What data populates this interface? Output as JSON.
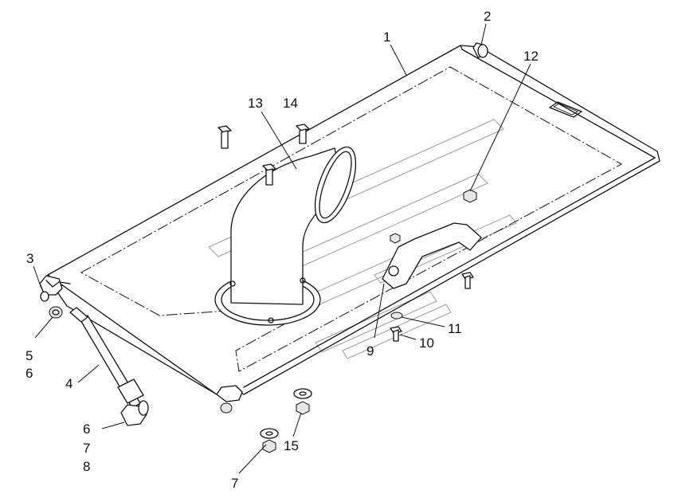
{
  "diagram": {
    "callouts": [
      {
        "id": "c1",
        "text": "1"
      },
      {
        "id": "c2",
        "text": "2"
      },
      {
        "id": "c3",
        "text": "3"
      },
      {
        "id": "c4",
        "text": "4"
      },
      {
        "id": "c5",
        "text": "5"
      },
      {
        "id": "c6a",
        "text": "6"
      },
      {
        "id": "c6b",
        "text": "6"
      },
      {
        "id": "c7a",
        "text": "7"
      },
      {
        "id": "c8",
        "text": "8"
      },
      {
        "id": "c7b",
        "text": "7"
      },
      {
        "id": "c9",
        "text": "9"
      },
      {
        "id": "c10",
        "text": "10"
      },
      {
        "id": "c11",
        "text": "11"
      },
      {
        "id": "c12",
        "text": "12"
      },
      {
        "id": "c13",
        "text": "13"
      },
      {
        "id": "c14",
        "text": "14"
      },
      {
        "id": "c15",
        "text": "15"
      }
    ]
  }
}
